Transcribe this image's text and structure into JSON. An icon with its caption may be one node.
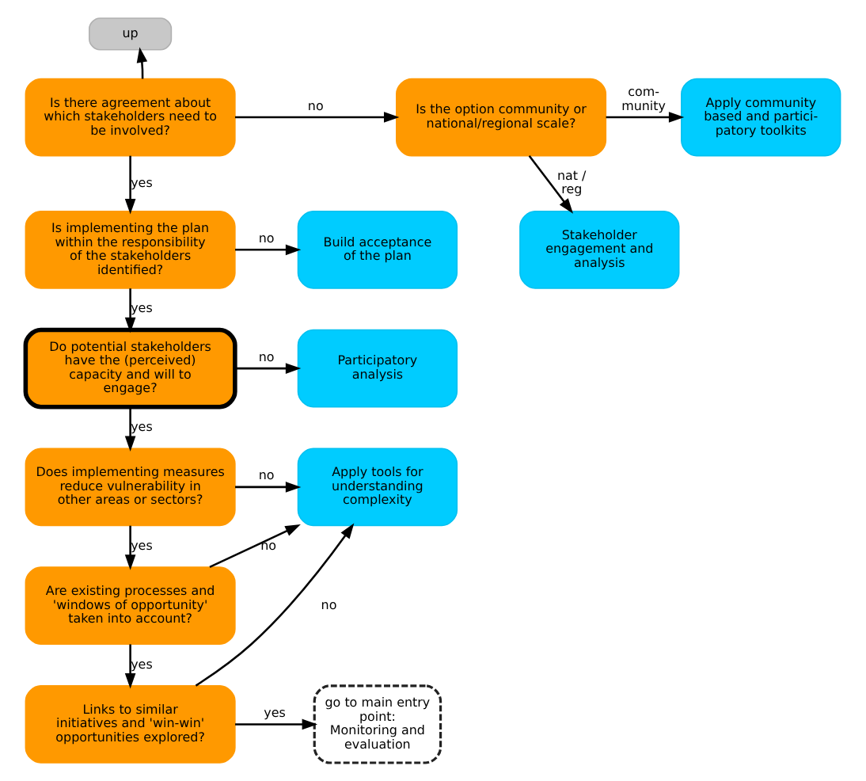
{
  "diagram": {
    "nodes": [
      {
        "text": [
          "up"
        ]
      },
      {
        "text": [
          "Is there agreement about which stakeholders need to be involved?"
        ]
      },
      {
        "text": [
          "Is the option community or national/regional scale?"
        ]
      },
      {
        "text": [
          "Apply community based and partici- patory toolkits"
        ]
      },
      {
        "text": [
          "Is implementing the plan within the responsibility of the stakeholders identified?"
        ]
      },
      {
        "text": [
          "Build acceptance of the plan"
        ]
      },
      {
        "text": [
          "Stakeholder engagement and analysis"
        ]
      },
      {
        "text": [
          "Do potential stakeholders have the (perceived) capacity and will to engage?"
        ]
      },
      {
        "text": [
          "Participatory analysis"
        ]
      },
      {
        "text": [
          "Does implementing measures reduce vulnerability in other areas or sectors?"
        ]
      },
      {
        "text": [
          "Apply tools for understanding complexity"
        ]
      },
      {
        "text": [
          "Are existing processes and 'windows of opportunity' taken into account?"
        ]
      },
      {
        "text": [
          "Links to similar initiatives and 'win-win' opportunities explored?"
        ]
      },
      {
        "text": [
          "go to main entry point: Monitoring and evaluation"
        ]
      }
    ],
    "edges": [
      {
        "from": 1,
        "to": 0,
        "arrow": "to"
      },
      {
        "from": 1,
        "to": 2,
        "arrow": "to",
        "label": "no"
      },
      {
        "from": 2,
        "to": 3,
        "arrow": "to",
        "label": "com- munity"
      },
      {
        "from": 2,
        "to": 6,
        "arrow": "to",
        "label": "nat / reg"
      },
      {
        "from": 1,
        "to": 4,
        "arrow": "to",
        "label": "yes"
      },
      {
        "from": 4,
        "to": 5,
        "arrow": "to",
        "label": "no"
      },
      {
        "from": 4,
        "to": 7,
        "arrow": "to",
        "label": "yes"
      },
      {
        "from": 7,
        "to": 8,
        "arrow": "to",
        "label": "no"
      },
      {
        "from": 7,
        "to": 9,
        "arrow": "to",
        "label": "yes"
      },
      {
        "from": 9,
        "to": 10,
        "arrow": "to",
        "label": "no"
      },
      {
        "from": 9,
        "to": 11,
        "arrow": "to",
        "label": "yes"
      },
      {
        "from": 11,
        "to": 10,
        "arrow": "to",
        "label": "no"
      },
      {
        "from": 11,
        "to": 12,
        "arrow": "to",
        "label": "yes"
      },
      {
        "from": 12,
        "to": 10,
        "arrow": "to",
        "label": "no"
      },
      {
        "from": 12,
        "to": 13,
        "arrow": "to",
        "label": "yes"
      }
    ]
  }
}
